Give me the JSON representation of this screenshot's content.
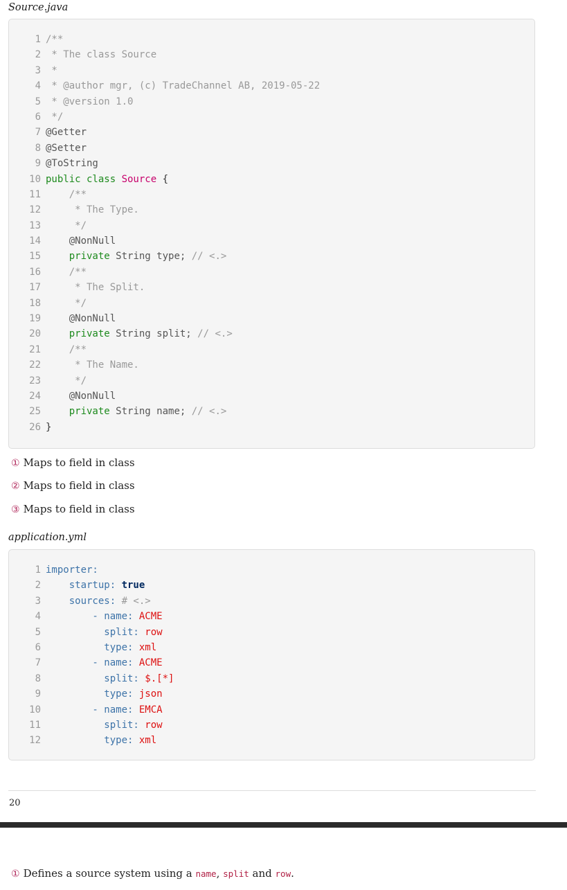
{
  "source_java": {
    "title": "Source.java",
    "lines": [
      {
        "n": "1",
        "parts": [
          {
            "c": "cm",
            "t": "/**"
          }
        ]
      },
      {
        "n": "2",
        "parts": [
          {
            "c": "cm",
            "t": " * The class Source"
          }
        ]
      },
      {
        "n": "3",
        "parts": [
          {
            "c": "cm",
            "t": " *"
          }
        ]
      },
      {
        "n": "4",
        "parts": [
          {
            "c": "cm",
            "t": " * @author mgr, (c) TradeChannel AB, 2019-05-22"
          }
        ]
      },
      {
        "n": "5",
        "parts": [
          {
            "c": "cm",
            "t": " * @version 1.0"
          }
        ]
      },
      {
        "n": "6",
        "parts": [
          {
            "c": "cm",
            "t": " */"
          }
        ]
      },
      {
        "n": "7",
        "parts": [
          {
            "c": "an",
            "t": "@Getter"
          }
        ]
      },
      {
        "n": "8",
        "parts": [
          {
            "c": "an",
            "t": "@Setter"
          }
        ]
      },
      {
        "n": "9",
        "parts": [
          {
            "c": "an",
            "t": "@ToString"
          }
        ]
      },
      {
        "n": "10",
        "parts": [
          {
            "c": "kw",
            "t": "public class "
          },
          {
            "c": "cls",
            "t": "Source"
          },
          {
            "c": "",
            "t": " {"
          }
        ]
      },
      {
        "n": "11",
        "parts": [
          {
            "c": "cm",
            "t": "    /**"
          }
        ]
      },
      {
        "n": "12",
        "parts": [
          {
            "c": "cm",
            "t": "     * The Type."
          }
        ]
      },
      {
        "n": "13",
        "parts": [
          {
            "c": "cm",
            "t": "     */"
          }
        ]
      },
      {
        "n": "14",
        "parts": [
          {
            "c": "an",
            "t": "    @NonNull"
          }
        ]
      },
      {
        "n": "15",
        "parts": [
          {
            "c": "kw",
            "t": "    private "
          },
          {
            "c": "ty",
            "t": "String type; "
          },
          {
            "c": "cm",
            "t": "// <.>"
          }
        ]
      },
      {
        "n": "16",
        "parts": [
          {
            "c": "cm",
            "t": "    /**"
          }
        ]
      },
      {
        "n": "17",
        "parts": [
          {
            "c": "cm",
            "t": "     * The Split."
          }
        ]
      },
      {
        "n": "18",
        "parts": [
          {
            "c": "cm",
            "t": "     */"
          }
        ]
      },
      {
        "n": "19",
        "parts": [
          {
            "c": "an",
            "t": "    @NonNull"
          }
        ]
      },
      {
        "n": "20",
        "parts": [
          {
            "c": "kw",
            "t": "    private "
          },
          {
            "c": "ty",
            "t": "String split; "
          },
          {
            "c": "cm",
            "t": "// <.>"
          }
        ]
      },
      {
        "n": "21",
        "parts": [
          {
            "c": "cm",
            "t": "    /**"
          }
        ]
      },
      {
        "n": "22",
        "parts": [
          {
            "c": "cm",
            "t": "     * The Name."
          }
        ]
      },
      {
        "n": "23",
        "parts": [
          {
            "c": "cm",
            "t": "     */"
          }
        ]
      },
      {
        "n": "24",
        "parts": [
          {
            "c": "an",
            "t": "    @NonNull"
          }
        ]
      },
      {
        "n": "25",
        "parts": [
          {
            "c": "kw",
            "t": "    private "
          },
          {
            "c": "ty",
            "t": "String name; "
          },
          {
            "c": "cm",
            "t": "// <.>"
          }
        ]
      },
      {
        "n": "26",
        "parts": [
          {
            "c": "",
            "t": "}"
          }
        ]
      }
    ],
    "callouts": [
      {
        "num": "①",
        "text": "Maps to field in class"
      },
      {
        "num": "②",
        "text": "Maps to field in class"
      },
      {
        "num": "③",
        "text": "Maps to field in class"
      }
    ]
  },
  "application_yml": {
    "title": "application.yml",
    "lines": [
      {
        "n": "1",
        "parts": [
          {
            "c": "yk",
            "t": "importer:"
          }
        ]
      },
      {
        "n": "2",
        "parts": [
          {
            "c": "yk",
            "t": "    startup: "
          },
          {
            "c": "yb",
            "t": "true"
          }
        ]
      },
      {
        "n": "3",
        "parts": [
          {
            "c": "yk",
            "t": "    sources: "
          },
          {
            "c": "cm",
            "t": "# <.>"
          }
        ]
      },
      {
        "n": "4",
        "parts": [
          {
            "c": "yk",
            "t": "        - name: "
          },
          {
            "c": "yv",
            "t": "ACME"
          }
        ]
      },
      {
        "n": "5",
        "parts": [
          {
            "c": "yk",
            "t": "          split: "
          },
          {
            "c": "yv",
            "t": "row"
          }
        ]
      },
      {
        "n": "6",
        "parts": [
          {
            "c": "yk",
            "t": "          type: "
          },
          {
            "c": "yv",
            "t": "xml"
          }
        ]
      },
      {
        "n": "7",
        "parts": [
          {
            "c": "yk",
            "t": "        - name: "
          },
          {
            "c": "yv",
            "t": "ACME"
          }
        ]
      },
      {
        "n": "8",
        "parts": [
          {
            "c": "yk",
            "t": "          split: "
          },
          {
            "c": "yv",
            "t": "$.[*]"
          }
        ]
      },
      {
        "n": "9",
        "parts": [
          {
            "c": "yk",
            "t": "          type: "
          },
          {
            "c": "yv",
            "t": "json"
          }
        ]
      },
      {
        "n": "10",
        "parts": [
          {
            "c": "yk",
            "t": "        - name: "
          },
          {
            "c": "yv",
            "t": "EMCA"
          }
        ]
      },
      {
        "n": "11",
        "parts": [
          {
            "c": "yk",
            "t": "          split: "
          },
          {
            "c": "yv",
            "t": "row"
          }
        ]
      },
      {
        "n": "12",
        "parts": [
          {
            "c": "yk",
            "t": "          type: "
          },
          {
            "c": "yv",
            "t": "xml"
          }
        ]
      }
    ]
  },
  "footer": {
    "page_number": "20"
  },
  "next_page": {
    "callout_num": "①",
    "text_before": "Defines a source system using a ",
    "code1": "name",
    "sep1": ", ",
    "code2": "split",
    "sep2": " and ",
    "code3": "row",
    "text_after": "."
  },
  "colors": {
    "code_bg": "#f5f5f5",
    "keyword": "#1d8a1d",
    "class_name": "#c7006b",
    "yaml_key": "#3d73a8",
    "yaml_value": "#dd1111",
    "callout": "#b0275a",
    "dark_bar": "#2b2b2b"
  }
}
